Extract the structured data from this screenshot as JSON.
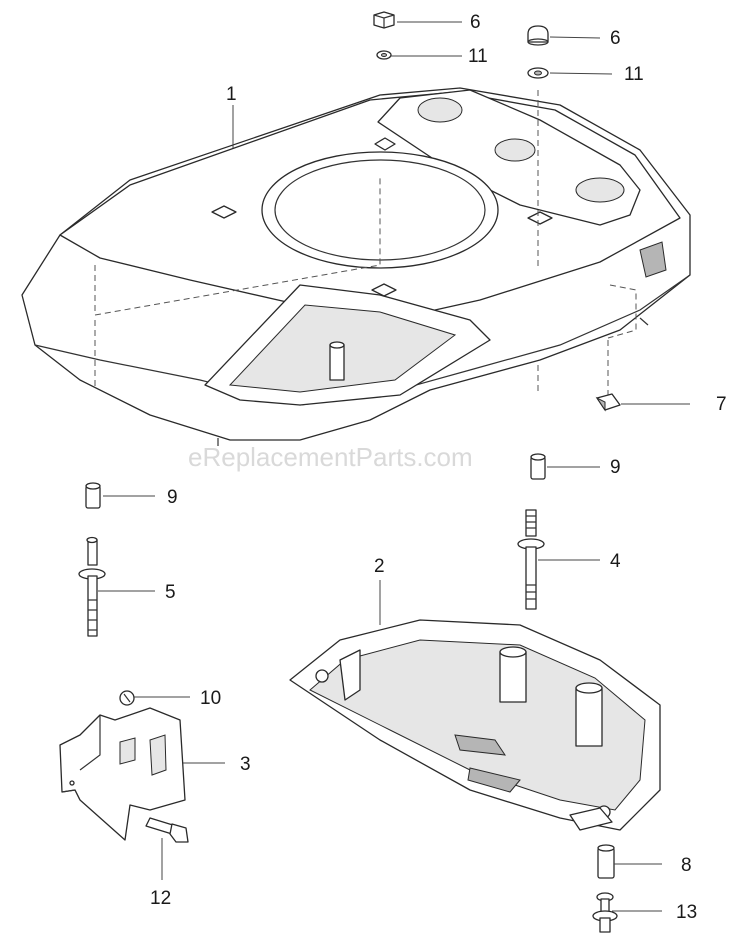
{
  "watermark": "eReplacementParts.com",
  "callouts": [
    {
      "id": "c1",
      "label": "1"
    },
    {
      "id": "c2",
      "label": "2"
    },
    {
      "id": "c3",
      "label": "3"
    },
    {
      "id": "c4",
      "label": "4"
    },
    {
      "id": "c5",
      "label": "5"
    },
    {
      "id": "c6a",
      "label": "6"
    },
    {
      "id": "c6b",
      "label": "6"
    },
    {
      "id": "c7",
      "label": "7"
    },
    {
      "id": "c8",
      "label": "8"
    },
    {
      "id": "c9a",
      "label": "9"
    },
    {
      "id": "c9b",
      "label": "9"
    },
    {
      "id": "c10",
      "label": "10"
    },
    {
      "id": "c11a",
      "label": "11"
    },
    {
      "id": "c11b",
      "label": "11"
    },
    {
      "id": "c12",
      "label": "12"
    },
    {
      "id": "c13",
      "label": "13"
    }
  ]
}
